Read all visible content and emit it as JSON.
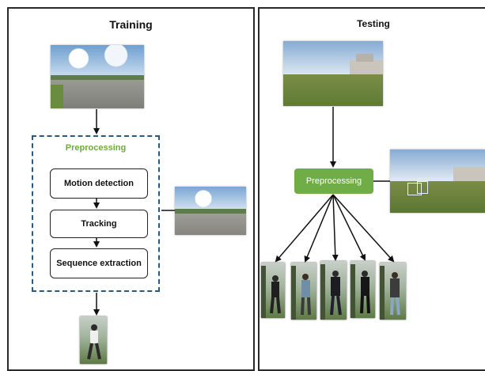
{
  "training": {
    "title": "Training",
    "preprocessing_label": "Preprocessing",
    "steps": [
      "Motion detection",
      "Tracking",
      "Sequence extraction"
    ]
  },
  "testing": {
    "title": "Testing",
    "preprocessing_label": "Preprocessing"
  },
  "colors": {
    "preprocessing_accent": "#70ad47",
    "dashed_border": "#2d5a7a",
    "arrow": "#111111"
  }
}
